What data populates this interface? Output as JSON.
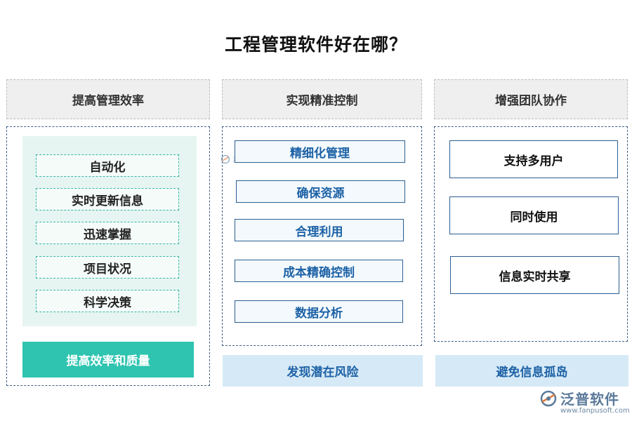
{
  "title": "工程管理软件好在哪？",
  "columns": [
    {
      "header": "提高管理效率",
      "items": [
        "自动化",
        "实时更新信息",
        "迅速掌握",
        "项目状况",
        "科学决策"
      ],
      "footer": "提高效率和质量"
    },
    {
      "header": "实现精准控制",
      "items": [
        "精细化管理",
        "确保资源",
        "合理利用",
        "成本精确控制",
        "数据分析"
      ],
      "footer": "发现潜在风险"
    },
    {
      "header": "增强团队协作",
      "items": [
        "支持多用户",
        "同时使用",
        "信息实时共享"
      ],
      "footer": "避免信息孤岛"
    }
  ],
  "watermark": {
    "name": "泛普软件",
    "url": "www.fanpusoft.com"
  },
  "colors": {
    "teal": "#2ec4b0",
    "blue_text": "#1d62a6",
    "border_blue": "#2c5f92",
    "light_blue": "#d6e9f6",
    "light_green": "#e6f5f1"
  },
  "icons": [
    "fanpu-logo-icon"
  ]
}
